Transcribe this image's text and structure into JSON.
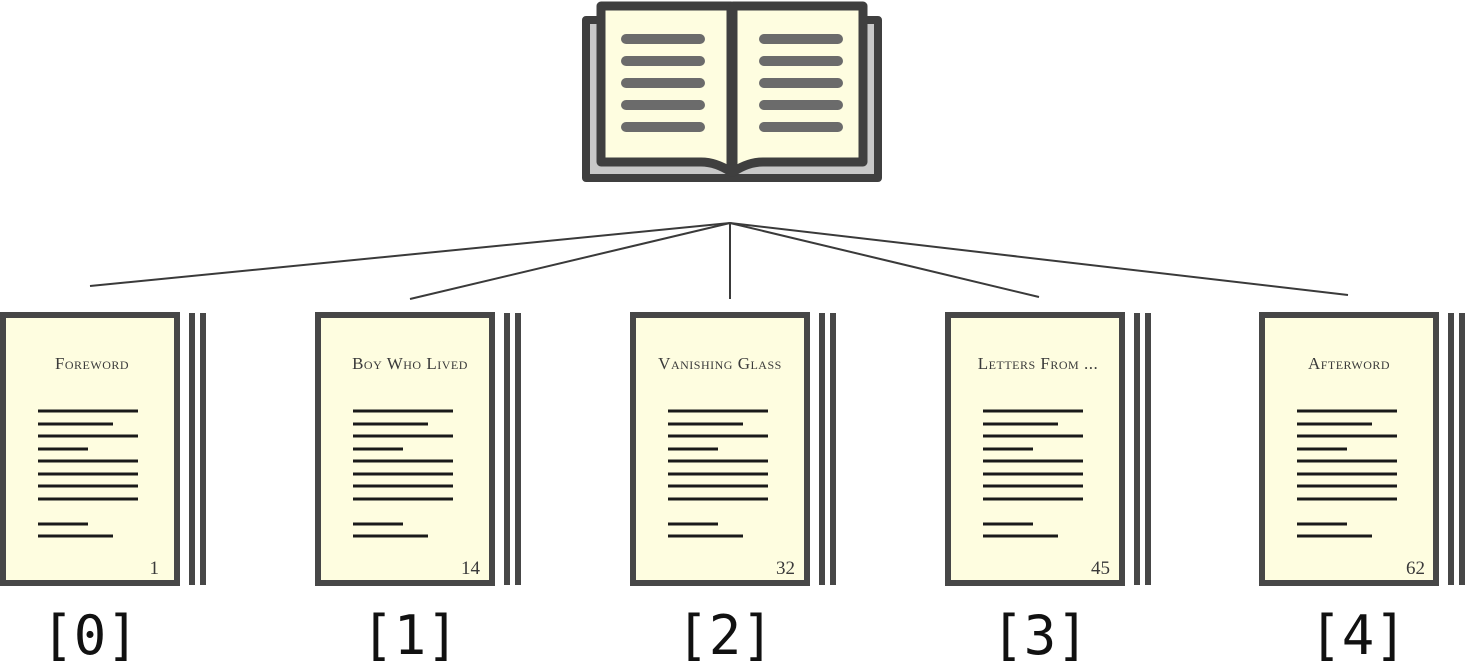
{
  "book": {
    "icon": "open-book-icon"
  },
  "chapters": [
    {
      "title": "Foreword",
      "page": "1",
      "index": "[0]"
    },
    {
      "title": "Boy Who Lived",
      "page": "14",
      "index": "[1]"
    },
    {
      "title": "Vanishing Glass",
      "page": "32",
      "index": "[2]"
    },
    {
      "title": "Letters From ...",
      "page": "45",
      "index": "[3]"
    },
    {
      "title": "Afterword",
      "page": "62",
      "index": "[4]"
    }
  ],
  "colors": {
    "page_fill": "#fefde0",
    "stroke": "#474747",
    "book_line": "#6b6b6b",
    "text_line": "#1a1a1a",
    "connector": "#3a3a3a"
  }
}
